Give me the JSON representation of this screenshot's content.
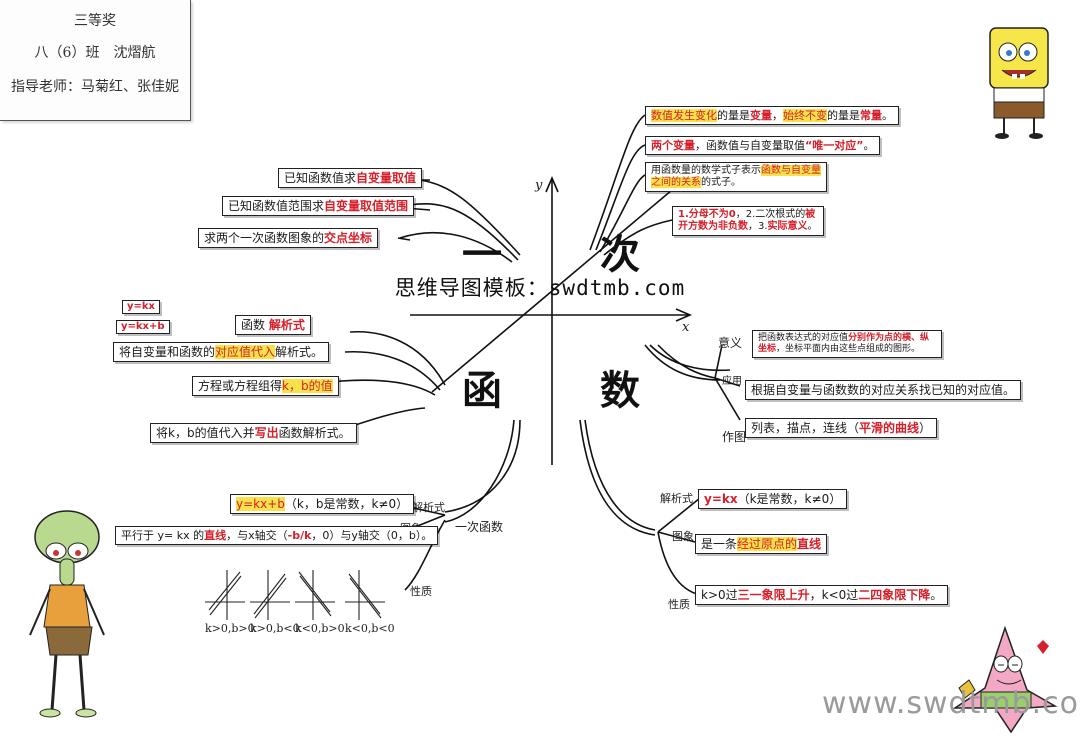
{
  "award": {
    "prize": "三等奖",
    "class_name": "八（6）班　沈熠航",
    "teachers": "指导老师：马菊红、张佳妮"
  },
  "center": {
    "title_chars": [
      "一",
      "次",
      "函",
      "数"
    ],
    "watermark": "思维导图模板：swdtmb.com",
    "axis_x": "x",
    "axis_y": "y"
  },
  "top_left": {
    "items": [
      {
        "text": "已知函数值求",
        "red": "自变量取值"
      },
      {
        "text": "已知函数值范围求",
        "red": "自变量取值范围"
      },
      {
        "text": "求两个一次函数图象的",
        "red": "交点坐标"
      }
    ]
  },
  "top_right": {
    "items": [
      {
        "red": "数值发生变化",
        "text": "的量是",
        "red2": "变量",
        "text2": "，",
        "red3": "始终不变",
        "text3": "的量是",
        "red4": "常量",
        "text4": "。"
      },
      {
        "red": "两个变量",
        "text": "，函数值与自变量取值",
        "red2": "“唯一对应”",
        "text2": "。"
      },
      {
        "text": "用函数量的数学式子表示",
        "red": "函数与自变量之间的关系",
        "text2": "的式子。"
      },
      {
        "red": "1.分母不为0",
        "text": "，2.二次根式的",
        "red2": "被开方数为非负数",
        "text2": "，3.",
        "red3": "实际意义",
        "text3": "。"
      }
    ]
  },
  "mid_left": {
    "small_boxes": [
      "y=kx",
      "y=kx+b"
    ],
    "main_box": {
      "text": "函数",
      "red": "解析式"
    },
    "items": [
      {
        "text": "将自变量和函数的",
        "red": "对应值代入",
        "text2": "解析式。"
      },
      {
        "text": "方程或方程组得",
        "red": "k，b的值"
      },
      {
        "text": "将k，b的值代入并",
        "red": "写出",
        "text2": "函数解析式。"
      }
    ]
  },
  "mid_right": {
    "branch_labels": [
      "意义",
      "应用",
      "作图"
    ],
    "items": [
      {
        "text": "把函数表达式的对应值",
        "red": "分别作为点的横、纵坐标",
        "text2": "，坐标平面内由这些点组成的图形。"
      },
      {
        "text": "根据自变量与函数数的对应关系找已知的对应值。"
      },
      {
        "text": "列表，描点，连线（",
        "red": "平滑的曲线",
        "text2": "）"
      }
    ]
  },
  "bottom_left": {
    "branch_labels": [
      "解析式",
      "图象",
      "一次函数",
      "性质"
    ],
    "items": [
      {
        "red": "y=kx+b",
        "text": "（k，b是常数，k≠0）"
      },
      {
        "text": "平行于 y= kx 的",
        "red": "直线",
        "text2": "，与x轴交（",
        "red2": "-b/k",
        "text3": "，0）与y轴交（0，b）。"
      }
    ],
    "graph_labels": [
      "k>0,b>0",
      "k>0,b<0",
      "k<0,b>0",
      "k<0,b<0"
    ]
  },
  "bottom_right": {
    "branch_labels": [
      "解析式",
      "图象",
      "性质"
    ],
    "items": [
      {
        "red": "y=kx",
        "text": "（k是常数，k≠0）"
      },
      {
        "text": "是一条",
        "red": "经过原点的",
        "text2": "直线"
      },
      {
        "text": "k>0过",
        "red": "三一象限上升",
        "text2": "，k<0过",
        "red2": "二四象限下降",
        "text3": "。"
      }
    ]
  },
  "website": "www.swdtmb.com",
  "colors": {
    "accent": "#d6202b",
    "highlight": "#f7e24a",
    "ink": "#1a1a1a"
  }
}
